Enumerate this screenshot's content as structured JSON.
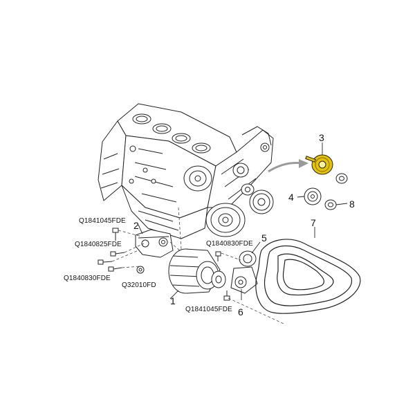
{
  "callouts": {
    "n1": "1",
    "n2": "2",
    "n3": "3",
    "n4": "4",
    "n5": "5",
    "n6": "6",
    "n7": "7",
    "n8": "8"
  },
  "part_codes": {
    "bolt_top_left": "Q1841045FDE",
    "bolt_mid_left": "Q1840825FDE",
    "bolt_low_left": "Q1840830FDE",
    "nut": "Q32010FD",
    "bolt_tensioner": "Q1840830FDE",
    "bolt_alternator": "Q1841045FDE"
  },
  "colors": {
    "line": "#222222",
    "highlight": "#e6c200",
    "arrow": "#9a9a9a"
  }
}
